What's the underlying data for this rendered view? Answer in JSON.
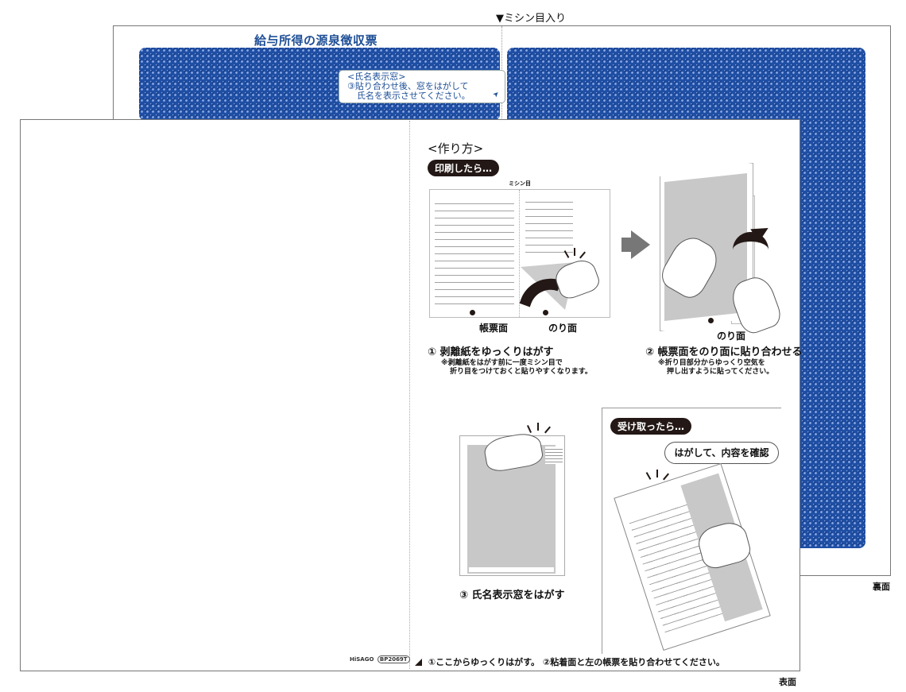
{
  "back_sheet": {
    "perforation_label": "▼ミシン目入り",
    "title": "給与所得の源泉徴収票",
    "name_window": {
      "heading": "<氏名表示窓>",
      "line1": "③貼り合わせ後、窓をはがして",
      "line2": "氏名を表示させてください。"
    },
    "side_label": "裏面",
    "pattern_color": "#1f4fa4",
    "title_color": "#1e4f96"
  },
  "front_sheet": {
    "side_label": "表面",
    "howto_title": "<作り方>",
    "section_printed": "印刷したら…",
    "perforation_mark": "ミシン目",
    "illustration_labels": {
      "form_face": "帳票面",
      "glue_face_1": "のり面",
      "glue_face_2": "のり面"
    },
    "steps": [
      {
        "title": "① 剥離紙をゆっくりはがす",
        "note_line1": "※剥離紙をはがす前に一度ミシン目で",
        "note_line2": "折り目をつけておくと貼りやすくなります。"
      },
      {
        "title": "② 帳票面をのり面に貼り合わせる",
        "note_line1": "※折り目部分からゆっくり空気を",
        "note_line2": "押し出すように貼ってください。"
      },
      {
        "title": "③ 氏名表示窓をはがす"
      }
    ],
    "section_received": "受け取ったら…",
    "speech_bubble": "はがして、内容を確認",
    "brand": "HiSAGO",
    "product_code": "BP2069T",
    "footer_instruction": "①ここからゆっくりはがす。 ②粘着面と左の帳票を貼り合わせてください。"
  }
}
